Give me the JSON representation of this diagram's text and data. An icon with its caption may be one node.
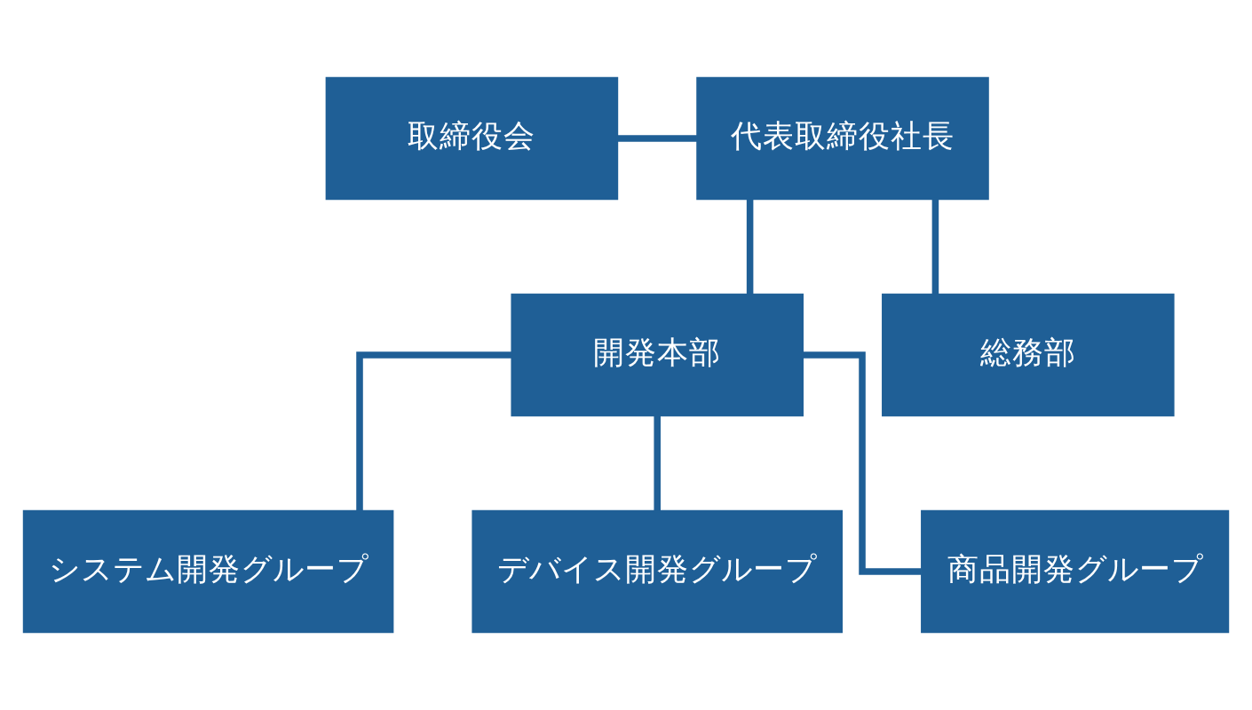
{
  "diagram": {
    "nodes": [
      {
        "text": [
          "取締役会"
        ]
      },
      {
        "text": [
          "代表取締役社長"
        ]
      },
      {
        "text": [
          "開発本部"
        ]
      },
      {
        "text": [
          "総務部"
        ]
      },
      {
        "text": [
          "システム開発グループ"
        ]
      },
      {
        "text": [
          "デバイス開発グループ"
        ]
      },
      {
        "text": [
          "商品開発グループ"
        ]
      }
    ],
    "edges": [
      {
        "from": 0,
        "to": 1,
        "arrow": "none"
      },
      {
        "from": 1,
        "to": 2,
        "arrow": "none"
      },
      {
        "from": 1,
        "to": 3,
        "arrow": "none"
      },
      {
        "from": 2,
        "to": 4,
        "arrow": "none"
      },
      {
        "from": 2,
        "to": 5,
        "arrow": "none"
      },
      {
        "from": 2,
        "to": 6,
        "arrow": "none"
      }
    ]
  }
}
